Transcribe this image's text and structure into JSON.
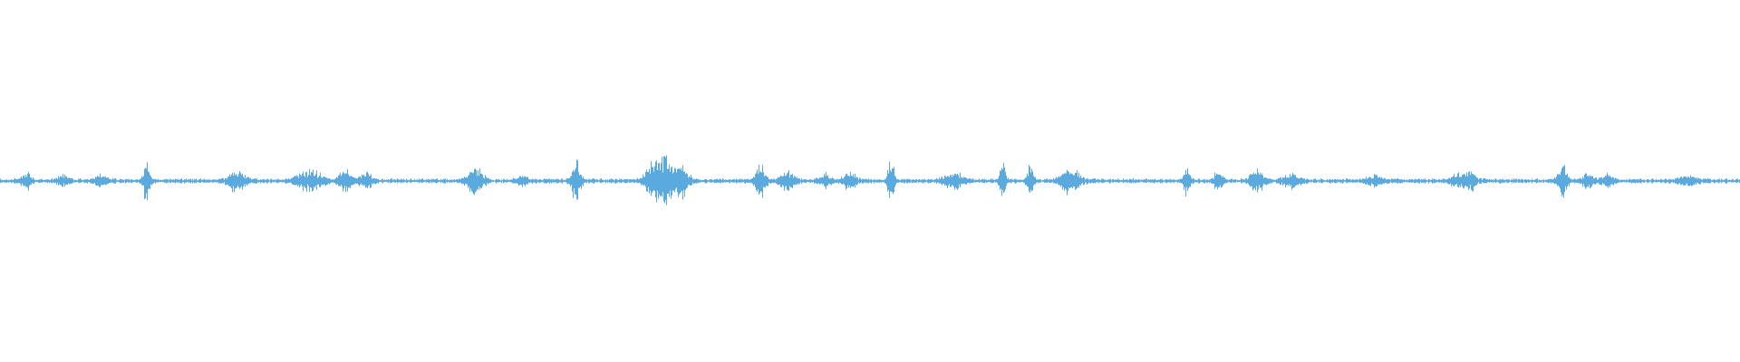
{
  "waveform": {
    "color": "#5aaae0",
    "background": "#ffffff",
    "channels": 1,
    "amplitude_scale": 1.0,
    "baseline_amplitude": 0.012,
    "bursts": [
      {
        "pos": 0.015,
        "amp": 0.05,
        "spread": 0.003
      },
      {
        "pos": 0.036,
        "amp": 0.03,
        "spread": 0.004
      },
      {
        "pos": 0.058,
        "amp": 0.03,
        "spread": 0.004
      },
      {
        "pos": 0.084,
        "amp": 0.13,
        "spread": 0.002
      },
      {
        "pos": 0.136,
        "amp": 0.07,
        "spread": 0.005
      },
      {
        "pos": 0.178,
        "amp": 0.06,
        "spread": 0.008
      },
      {
        "pos": 0.198,
        "amp": 0.06,
        "spread": 0.004
      },
      {
        "pos": 0.21,
        "amp": 0.05,
        "spread": 0.004
      },
      {
        "pos": 0.273,
        "amp": 0.08,
        "spread": 0.005
      },
      {
        "pos": 0.3,
        "amp": 0.03,
        "spread": 0.004
      },
      {
        "pos": 0.331,
        "amp": 0.12,
        "spread": 0.003
      },
      {
        "pos": 0.374,
        "amp": 0.1,
        "spread": 0.004
      },
      {
        "pos": 0.382,
        "amp": 0.14,
        "spread": 0.006
      },
      {
        "pos": 0.392,
        "amp": 0.09,
        "spread": 0.004
      },
      {
        "pos": 0.437,
        "amp": 0.1,
        "spread": 0.003
      },
      {
        "pos": 0.452,
        "amp": 0.05,
        "spread": 0.005
      },
      {
        "pos": 0.474,
        "amp": 0.04,
        "spread": 0.004
      },
      {
        "pos": 0.488,
        "amp": 0.05,
        "spread": 0.004
      },
      {
        "pos": 0.512,
        "amp": 0.15,
        "spread": 0.002
      },
      {
        "pos": 0.548,
        "amp": 0.05,
        "spread": 0.006
      },
      {
        "pos": 0.576,
        "amp": 0.1,
        "spread": 0.002
      },
      {
        "pos": 0.592,
        "amp": 0.1,
        "spread": 0.002
      },
      {
        "pos": 0.615,
        "amp": 0.08,
        "spread": 0.006
      },
      {
        "pos": 0.682,
        "amp": 0.09,
        "spread": 0.002
      },
      {
        "pos": 0.7,
        "amp": 0.06,
        "spread": 0.003
      },
      {
        "pos": 0.722,
        "amp": 0.07,
        "spread": 0.004
      },
      {
        "pos": 0.742,
        "amp": 0.04,
        "spread": 0.006
      },
      {
        "pos": 0.79,
        "amp": 0.03,
        "spread": 0.005
      },
      {
        "pos": 0.838,
        "amp": 0.04,
        "spread": 0.005
      },
      {
        "pos": 0.845,
        "amp": 0.07,
        "spread": 0.003
      },
      {
        "pos": 0.898,
        "amp": 0.09,
        "spread": 0.003
      },
      {
        "pos": 0.912,
        "amp": 0.04,
        "spread": 0.004
      },
      {
        "pos": 0.924,
        "amp": 0.04,
        "spread": 0.004
      },
      {
        "pos": 0.97,
        "amp": 0.03,
        "spread": 0.006
      }
    ]
  }
}
